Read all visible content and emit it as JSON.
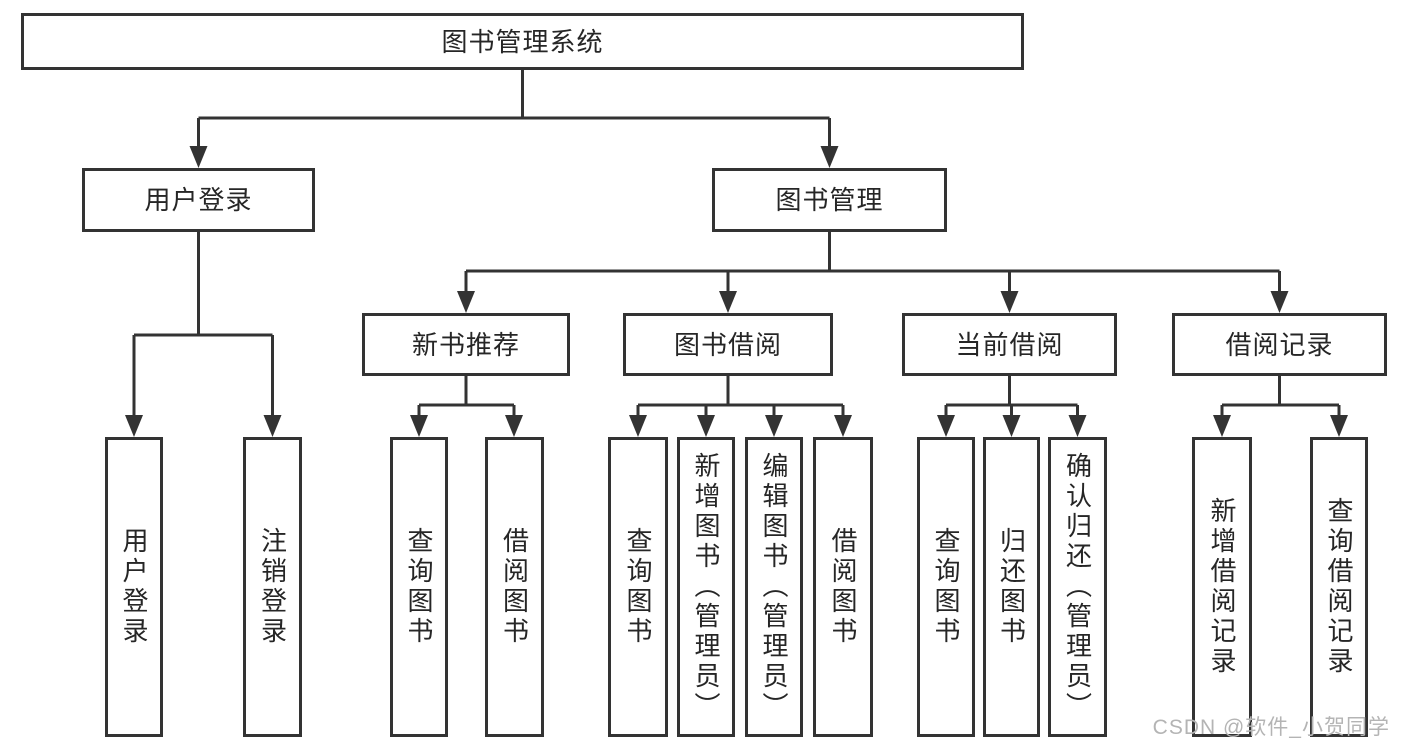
{
  "diagram": {
    "root": {
      "label": "图书管理系统"
    },
    "branches": [
      {
        "label": "用户登录",
        "leaves": [
          "用户登录",
          "注销登录"
        ]
      },
      {
        "label": "图书管理",
        "groups": [
          {
            "label": "新书推荐",
            "leaves": [
              "查询图书",
              "借阅图书"
            ]
          },
          {
            "label": "图书借阅",
            "leaves": [
              "查询图书",
              "新增图书（管理员）",
              "编辑图书（管理员）",
              "借阅图书"
            ]
          },
          {
            "label": "当前借阅",
            "leaves": [
              "查询图书",
              "归还图书",
              "确认归还（管理员）"
            ]
          },
          {
            "label": "借阅记录",
            "leaves": [
              "新增借阅记录",
              "查询借阅记录"
            ]
          }
        ]
      }
    ]
  },
  "watermark": {
    "text": "CSDN @软件_小贺同学"
  },
  "colors": {
    "line": "#333333",
    "box_border": "#333333",
    "text": "#262626",
    "background": "#ffffff",
    "watermark": "#b4b4b4"
  }
}
